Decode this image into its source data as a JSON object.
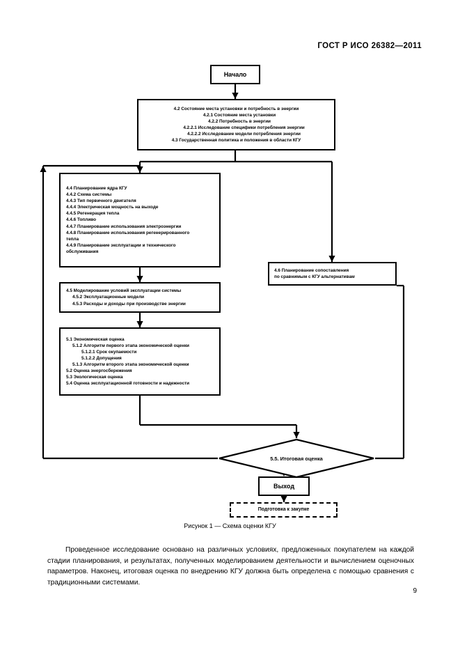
{
  "document": {
    "header": "ГОСТ Р ИСО 26382—2011",
    "page_number": "9",
    "figure_caption": "Рисунок 1 — Схема оценки КГУ",
    "body_paragraph": "Проведенное исследование основано на различных условиях, предложенных покупателем на каждой стадии планирования, и результатах, полученных моделированием деятельности и вычислением оценочных параметров. Наконец, итоговая оценка по внедрению КГУ должна быть определена с помощью сравнения с традиционными системами."
  },
  "flowchart": {
    "start": {
      "label": "Начало"
    },
    "site_energy": {
      "lines": [
        "4.2 Состояние места установки и потребность в энергии",
        "4.2.1 Состояние места установки",
        "4.2.2 Потребность в энергии",
        "4.2.2.1 Исследование специфики потребления энергии",
        "4.2.2.2 Исследование модели потребления энергии",
        "4.3 Государственная политика и положения в области КГУ"
      ]
    },
    "core_planning": {
      "lines": [
        "4.4 Планирование ядра КГУ",
        "4.4.2 Схема системы",
        "4.4.3 Тип первичного двигателя",
        "4.4.4 Электрическая мощность на выходе",
        "4.4.5 Регенерация тепла",
        "4.4.6 Топливо",
        "4.4.7 Планирование использования электроэнергии",
        "4.4.8 Планирование использования регенерированного",
        "тепла",
        "4.4.9 Планирование эксплуатации и технического",
        "обслуживания"
      ]
    },
    "modeling": {
      "lines": [
        "4.5 Моделирование условий эксплуатации системы",
        "4.5.2 Эксплуатационные модели",
        "4.5.3 Расходы и доходы при производстве энергии"
      ]
    },
    "economic": {
      "lines": [
        "5.1 Экономическая оценка",
        "5.1.2 Алгоритм первого этапа экономической оценки",
        "5.1.2.1 Срок окупаемости",
        "5.1.2.2 Допущения",
        "5.1.3 Алгоритм второго этапа экономической оценки",
        "5.2 Оценка энергосбережения",
        "5.3 Экологическая оценка",
        "5.4 Оценка эксплуатационной готовности и надежности"
      ]
    },
    "comparison": {
      "lines": [
        "4.6 Планирование сопоставления",
        "по сравнимым с КГУ альтернативам"
      ]
    },
    "decision": {
      "label": "5.5. Итоговая оценка"
    },
    "exit": {
      "label": "Выход"
    },
    "purchase": {
      "label": "Подготовка к закупке"
    }
  },
  "colors": {
    "ink": "#000000",
    "paper": "#ffffff"
  }
}
